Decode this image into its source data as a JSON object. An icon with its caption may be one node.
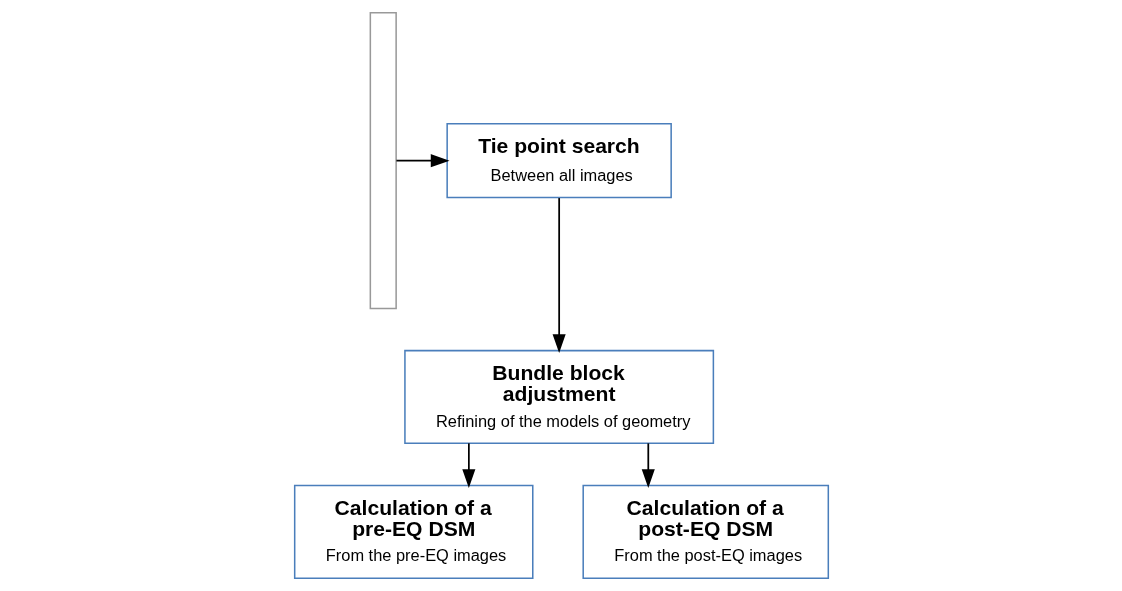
{
  "diagram": {
    "nodes": [
      {
        "text": [],
        "shape": "box"
      },
      {
        "text": [
          "Tie point search",
          "Between all images"
        ]
      },
      {
        "text": [
          "Bundle block adjustment",
          "Refining of the models of geometry"
        ]
      },
      {
        "text": [
          "Calculation of a pre-EQ DSM",
          "From the pre-EQ images"
        ]
      },
      {
        "text": [
          "Calculation of a post-EQ DSM",
          "From the post-EQ images"
        ]
      }
    ],
    "edges": [
      {
        "from": 0,
        "to": 1,
        "arrow": "to"
      },
      {
        "from": 1,
        "to": 2,
        "arrow": "to"
      },
      {
        "from": 2,
        "to": 3,
        "arrow": "to"
      },
      {
        "from": 2,
        "to": 4,
        "arrow": "to"
      }
    ]
  }
}
